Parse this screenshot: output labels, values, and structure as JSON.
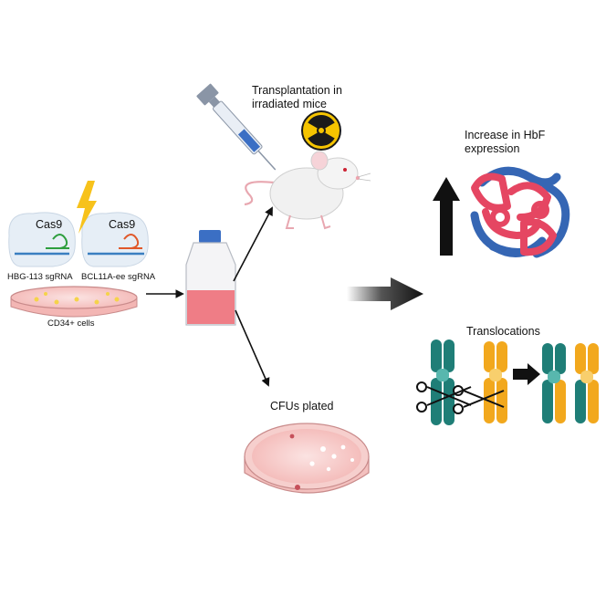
{
  "labels": {
    "cas9_left": "Cas9",
    "cas9_right": "Cas9",
    "sgrna_left": "HBG-113 sgRNA",
    "sgrna_right": "BCL11A-ee sgRNA",
    "cells": "CD34+ cells",
    "transplant_line1": "Transplantation in",
    "transplant_line2": "irradiated mice",
    "hbf_line1": "Increase in HbF",
    "hbf_line2": "expression",
    "translocations": "Translocations",
    "cfus": "CFUs plated"
  },
  "colors": {
    "cas9_fill": "#e6eef6",
    "guide_green": "#2e9e3e",
    "guide_orange": "#e0582a",
    "dna_blue": "#3a7fc1",
    "lightning": "#f7c21b",
    "dish_pink": "#f3b6b4",
    "flask_pink": "#ef7d86",
    "flask_cap": "#3b6fc4",
    "radiation_yellow": "#f5c400",
    "hbf_red": "#e54662",
    "hbf_blue": "#3566b4",
    "chrom_teal": "#1f7e77",
    "chrom_orange": "#f2a81d",
    "arrow": "#111111"
  },
  "icons": [
    "cas9-complex-icon",
    "lightning-icon",
    "petri-dish-icon",
    "culture-flask-icon",
    "syringe-icon",
    "radiation-icon",
    "mouse-icon",
    "hemoglobin-icon",
    "up-arrow-icon",
    "chromosome-icon",
    "scissors-icon"
  ]
}
